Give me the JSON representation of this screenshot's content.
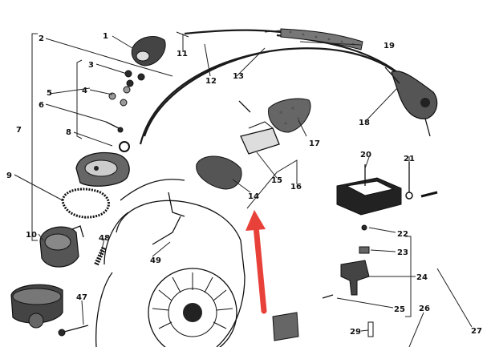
{
  "labels": {
    "l1": "1",
    "l2": "2",
    "l3": "3",
    "l4": "4",
    "l5": "5",
    "l6": "6",
    "l7": "7",
    "l8": "8",
    "l9": "9",
    "l10": "10",
    "l11": "11",
    "l12": "12",
    "l13": "13",
    "l14": "14",
    "l15": "15",
    "l16": "16",
    "l17": "17",
    "l18": "18",
    "l19": "19",
    "l20": "20",
    "l21": "21",
    "l22": "22",
    "l23": "23",
    "l24": "24",
    "l25": "25",
    "l26": "26",
    "l27": "27",
    "l29": "29",
    "l47": "47",
    "l48": "48",
    "l49": "49"
  },
  "colors": {
    "ink": "#1a1a1a",
    "background": "#ffffff",
    "arrow": "#e8413a"
  }
}
